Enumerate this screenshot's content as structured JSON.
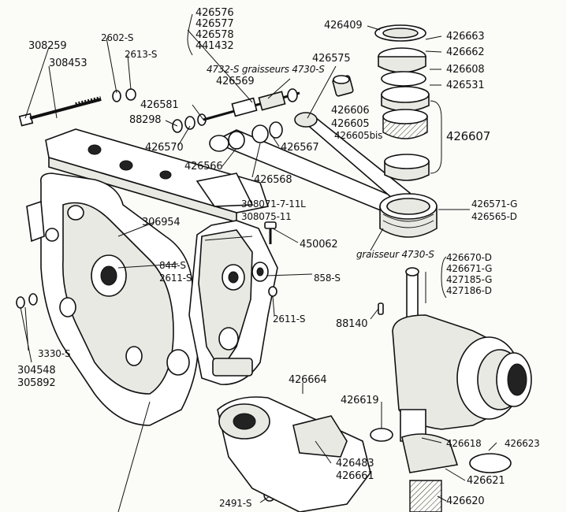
{
  "labels": {
    "l308259": "308259",
    "l308453": "308453",
    "l2602s": "2602-S",
    "l2613s": "2613-S",
    "group_a": [
      "426576",
      "426577",
      "426578",
      "441432"
    ],
    "l426409": "426409",
    "l426663": "426663",
    "l426662": "426662",
    "l426608": "426608",
    "l426531": "426531",
    "l4732": "4732-S graisseurs 4730-S",
    "l426575": "426575",
    "l426569": "426569",
    "l426581": "426581",
    "l88298": "88298",
    "l426570": "426570",
    "l426606": "426606",
    "l426605": "426605",
    "l426605bis": "426605bis",
    "l426607": "426607",
    "l426567": "426567",
    "l426566": "426566",
    "l426568": "426568",
    "l308071": "308071-7-11L",
    "l308075": "308075-11",
    "l426571": "426571-G",
    "l426565": "426565-D",
    "l306954": "306954",
    "l450062": "450062",
    "l4730s": "graisseur 4730-S",
    "l844s": "844-S",
    "l2611s": "2611-S",
    "l858s": "858-S",
    "group_b": [
      "426670-D",
      "426671-G",
      "427185-G",
      "427186-D"
    ],
    "l2611s_b": "2611-S",
    "l88140": "88140",
    "l3330s": "3330-S",
    "l304548": "304548",
    "l305892": "305892",
    "l426664": "426664",
    "l426619": "426619",
    "l426618": "426618",
    "l426623": "426623",
    "l426483": "426483",
    "l426661": "426661",
    "l426621": "426621",
    "l426620": "426620",
    "l2491s": "2491-S"
  }
}
